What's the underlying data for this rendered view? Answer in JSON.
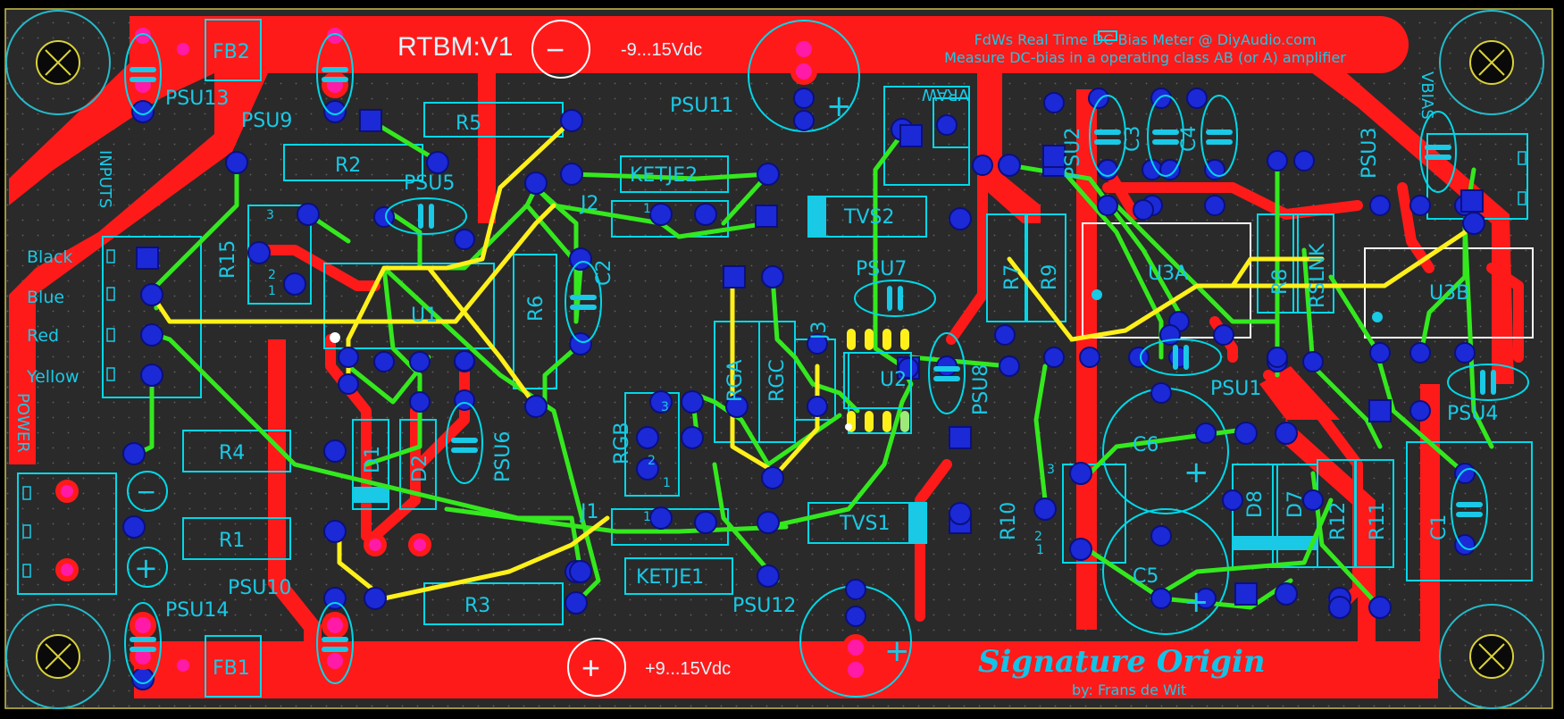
{
  "board": {
    "title": "RTBM:V1",
    "subtitle_line1": "FdWs Real Time DC Bias Meter @ DiyAudio.com",
    "subtitle_line2": "Measure DC-bias in a operating class AB (or A) amplifier",
    "signature": "Signature Origin",
    "author": "by: Frans de Wit",
    "supply_neg": "-9...15Vdc",
    "supply_pos": "+9...15Vdc"
  },
  "colors": {
    "background": "#2a2a2a",
    "copper_top": "#ff1a1a",
    "silkscreen": "#19c9e6",
    "track_green": "#34e81e",
    "track_yellow": "#fff01a",
    "pad": "#1b2ad6"
  },
  "labels": {
    "inputs": "INPUTS",
    "power": "POWER",
    "vraw": "VRAW",
    "vbias": "VBIAS",
    "black": "Black",
    "blue": "Blue",
    "red": "Red",
    "yellow": "Yellow",
    "minus": "−",
    "plus": "+"
  },
  "components": {
    "FB2": "FB2",
    "FB1": "FB1",
    "PSU13": "PSU13",
    "PSU14": "PSU14",
    "PSU9": "PSU9",
    "PSU10": "PSU10",
    "PSU5": "PSU5",
    "PSU6": "PSU6",
    "PSU7": "PSU7",
    "PSU8": "PSU8",
    "PSU11": "PSU11",
    "PSU12": "PSU12",
    "PSU1": "PSU1",
    "PSU2": "PSU2",
    "PSU3": "PSU3",
    "PSU4": "PSU4",
    "R1": "R1",
    "R2": "R2",
    "R3": "R3",
    "R4": "R4",
    "R5": "R5",
    "R6": "R6",
    "R7": "R7",
    "R8": "R8",
    "R9": "R9",
    "R10": "R10",
    "R11": "R11",
    "R12": "R12",
    "R15": "R15",
    "RGA": "RGA",
    "RGB": "RGB",
    "RGC": "RGC",
    "RSLNK": "RSLNK",
    "U1": "U1",
    "U2": "U2",
    "U3A": "U3A",
    "U3B": "U3B",
    "J1": "J1",
    "J2": "J2",
    "J3": "J3",
    "D1": "D1",
    "D2": "D2",
    "D7": "D7",
    "D8": "D8",
    "C1": "C1",
    "C2": "C2",
    "C3": "C3",
    "C4": "C4",
    "C5": "C5",
    "C6": "C6",
    "TVS1": "TVS1",
    "TVS2": "TVS2",
    "KETJE1": "KETJE1",
    "KETJE2": "KETJE2"
  }
}
